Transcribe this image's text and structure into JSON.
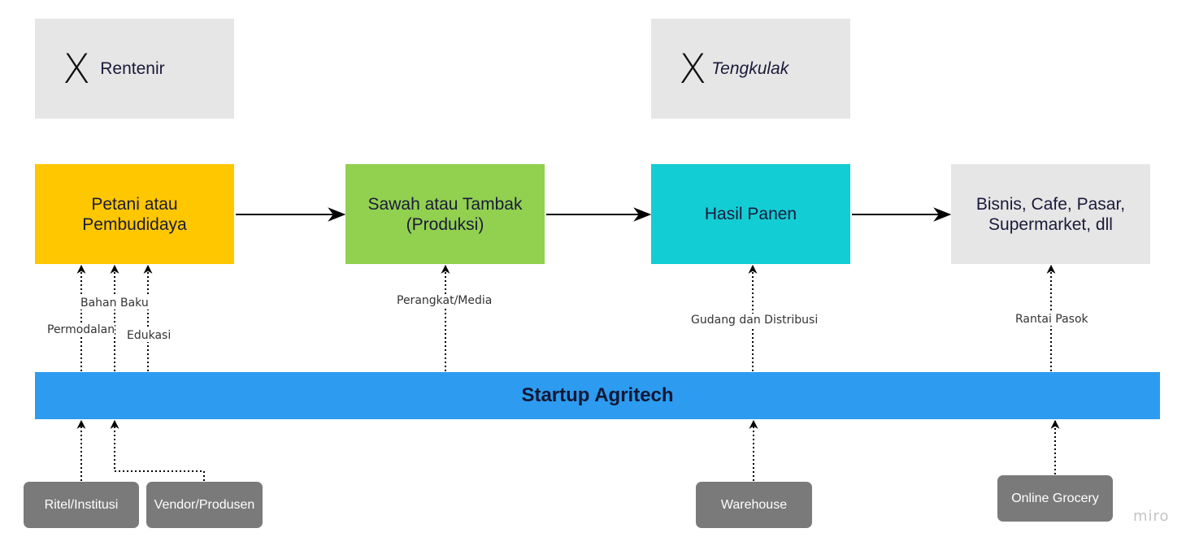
{
  "top_boxes": {
    "rentenir": {
      "mark": "X",
      "label": "Rentenir"
    },
    "tengkulak": {
      "mark": "X",
      "label": "Tengkulak"
    }
  },
  "main_boxes": {
    "petani": {
      "label": "Petani atau\nPembudidaya",
      "color": "#ffc700"
    },
    "sawah": {
      "label": "Sawah atau Tambak\n(Produksi)",
      "color": "#92d050"
    },
    "hasil": {
      "label": "Hasil Panen",
      "color": "#13cdd4"
    },
    "bisnis": {
      "label": "Bisnis, Cafe, Pasar,\nSupermarket, dll",
      "color": "#e6e6e6"
    }
  },
  "startup": {
    "label": "Startup Agritech",
    "color": "#2d9bf0"
  },
  "edge_labels": {
    "permodalan": "Permodalan",
    "bahan_baku": "Bahan Baku",
    "edukasi": "Edukasi",
    "perangkat": "Perangkat/Media",
    "gudang": "Gudang dan Distribusi",
    "rantai": "Rantai Pasok"
  },
  "external": {
    "ritel": "Ritel/Institusi",
    "vendor": "Vendor/Produsen",
    "warehouse": "Warehouse",
    "online": "Online Grocery"
  },
  "watermark": "miro"
}
